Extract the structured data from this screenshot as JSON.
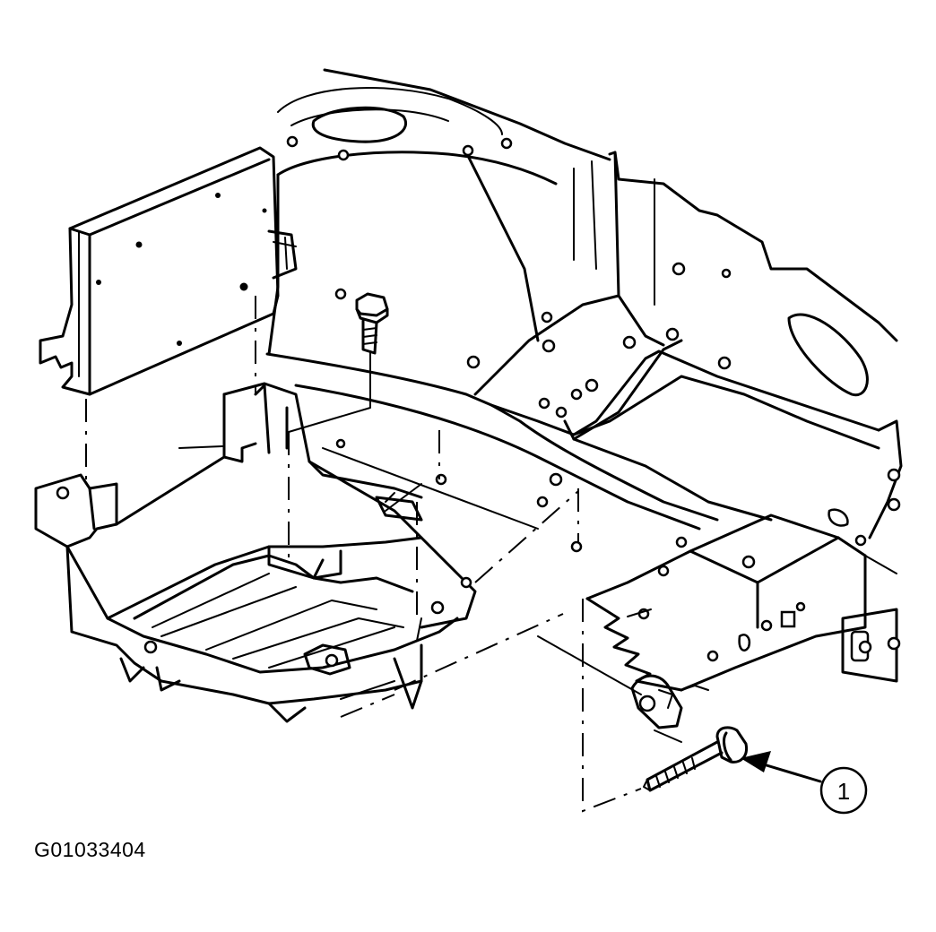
{
  "figure_code": "G01033404",
  "callouts": [
    {
      "number": "1",
      "target": "long-mounting-bolt"
    }
  ],
  "colors": {
    "line": "#000000",
    "background": "#ffffff"
  }
}
